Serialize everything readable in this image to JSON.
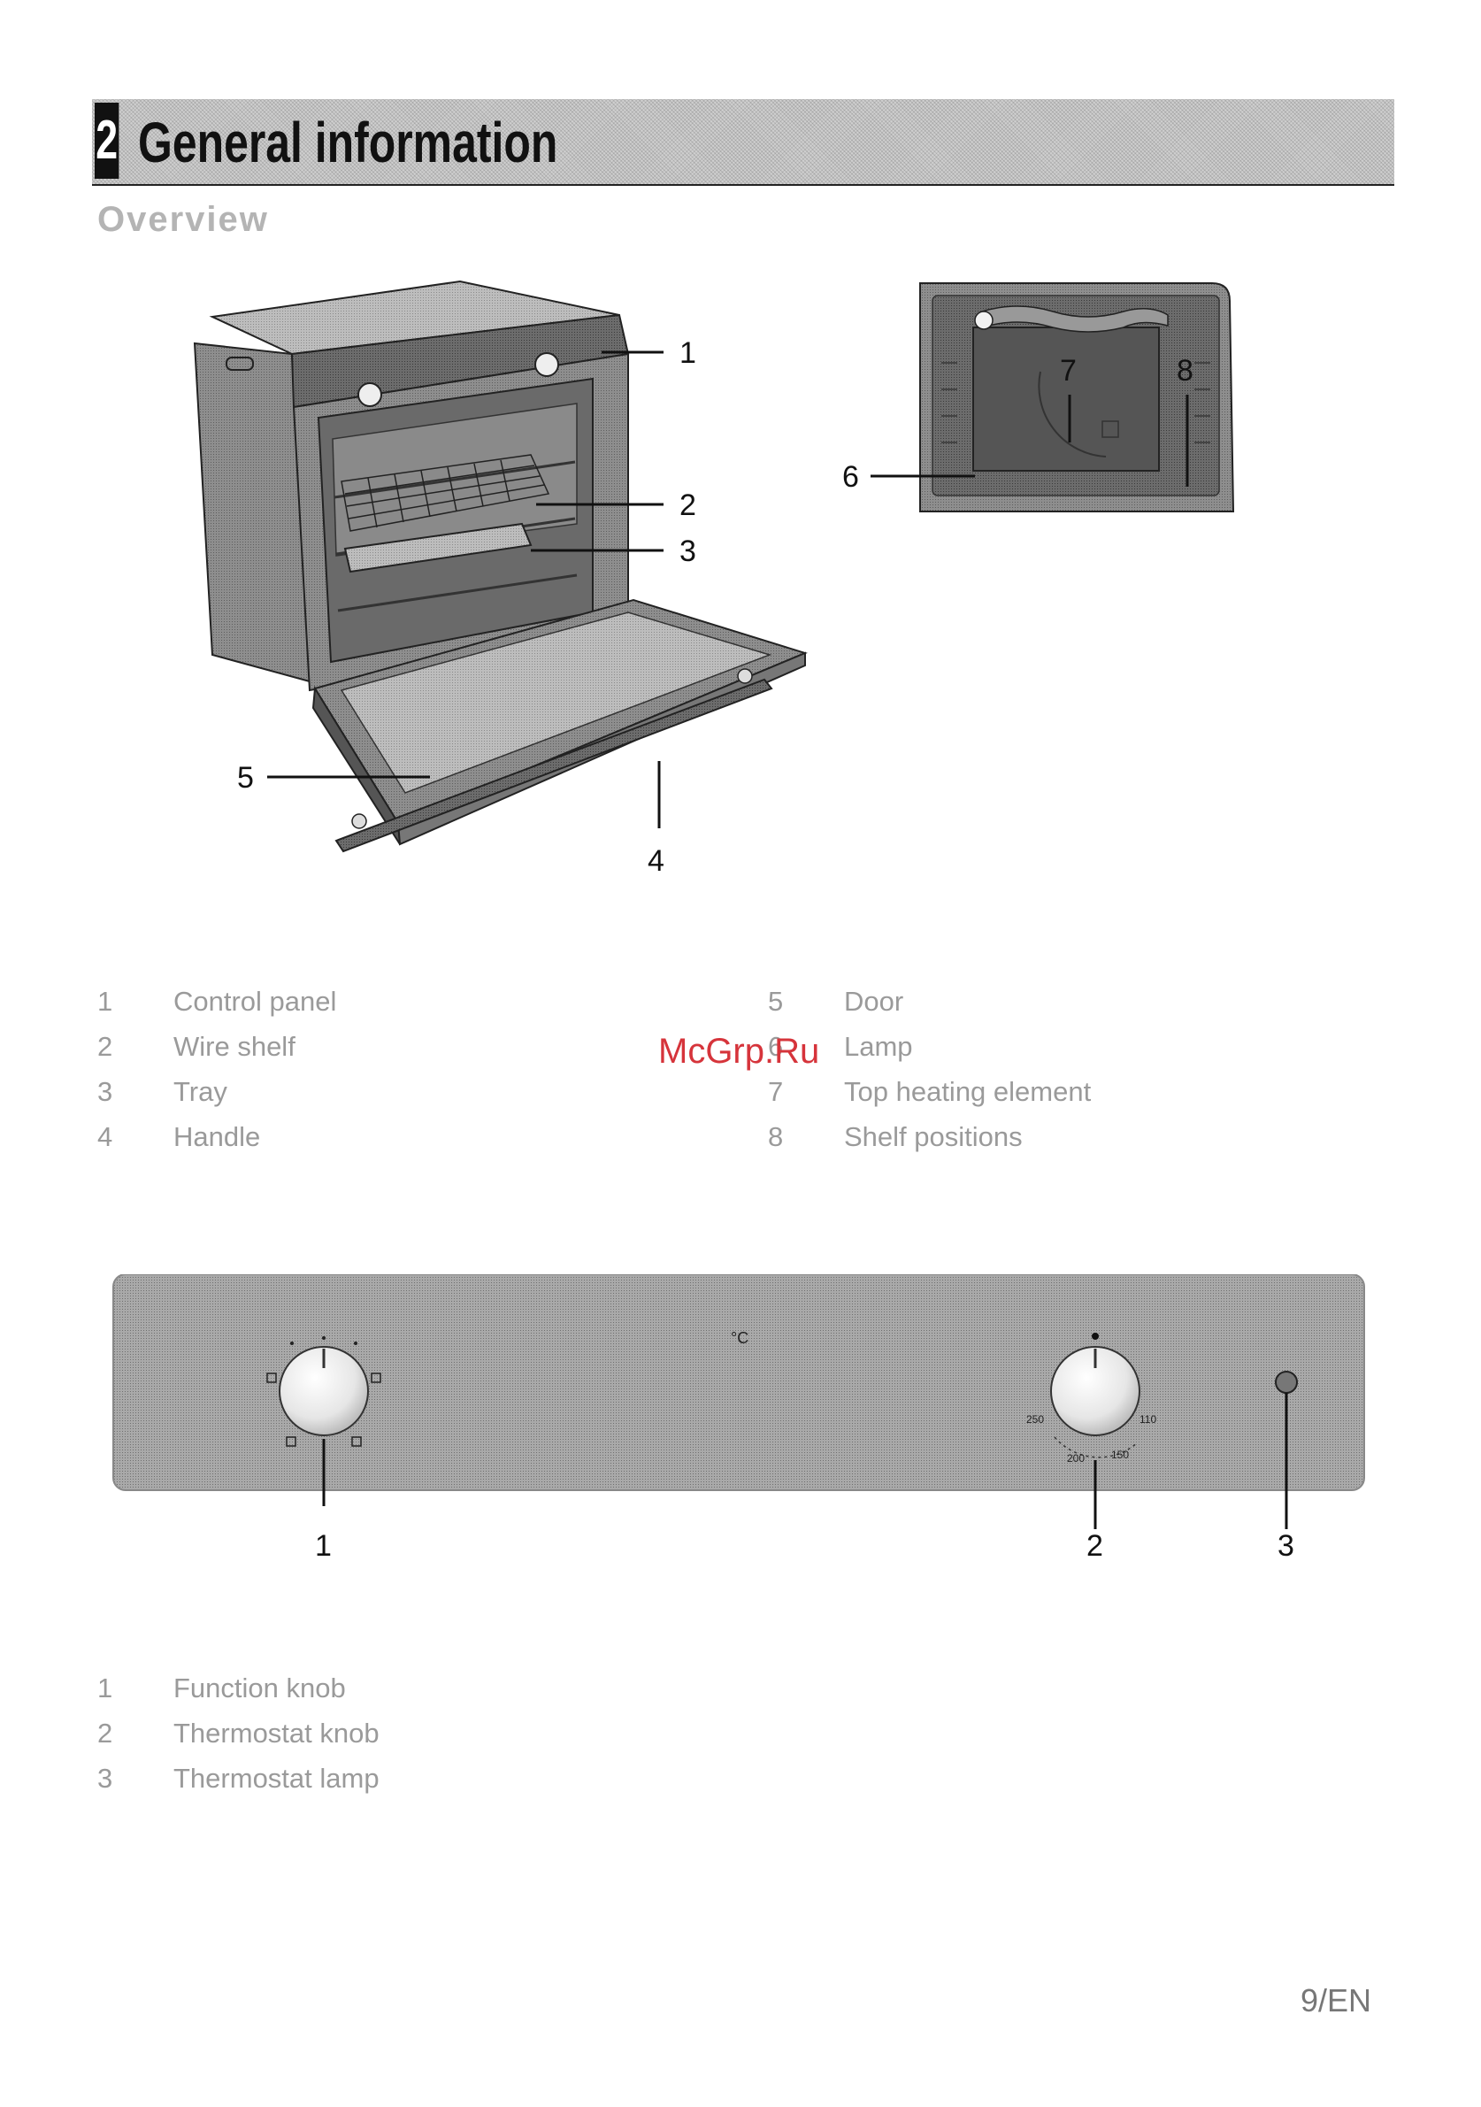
{
  "header": {
    "chapter_number": "2",
    "chapter_title": "General information"
  },
  "section": {
    "title": "Overview"
  },
  "oven_figure": {
    "callouts": [
      "1",
      "2",
      "3",
      "4",
      "5",
      "6",
      "7",
      "8"
    ]
  },
  "oven_legend": [
    {
      "num": "1",
      "label": "Control panel"
    },
    {
      "num": "2",
      "label": "Wire shelf"
    },
    {
      "num": "3",
      "label": "Tray"
    },
    {
      "num": "4",
      "label": "Handle"
    },
    {
      "num": "5",
      "label": "Door"
    },
    {
      "num": "6",
      "label": "Lamp"
    },
    {
      "num": "7",
      "label": "Top heating element"
    },
    {
      "num": "8",
      "label": "Shelf positions"
    }
  ],
  "panel_figure": {
    "callouts": [
      "1",
      "2",
      "3"
    ],
    "unit_label": "°C",
    "thermostat_scale": [
      "250",
      "200",
      "150",
      "110"
    ]
  },
  "panel_legend": [
    {
      "num": "1",
      "label": "Function knob"
    },
    {
      "num": "2",
      "label": "Thermostat knob"
    },
    {
      "num": "3",
      "label": "Thermostat lamp"
    }
  ],
  "watermark": "McGrp.Ru",
  "footer": {
    "page_number": "9/EN"
  }
}
